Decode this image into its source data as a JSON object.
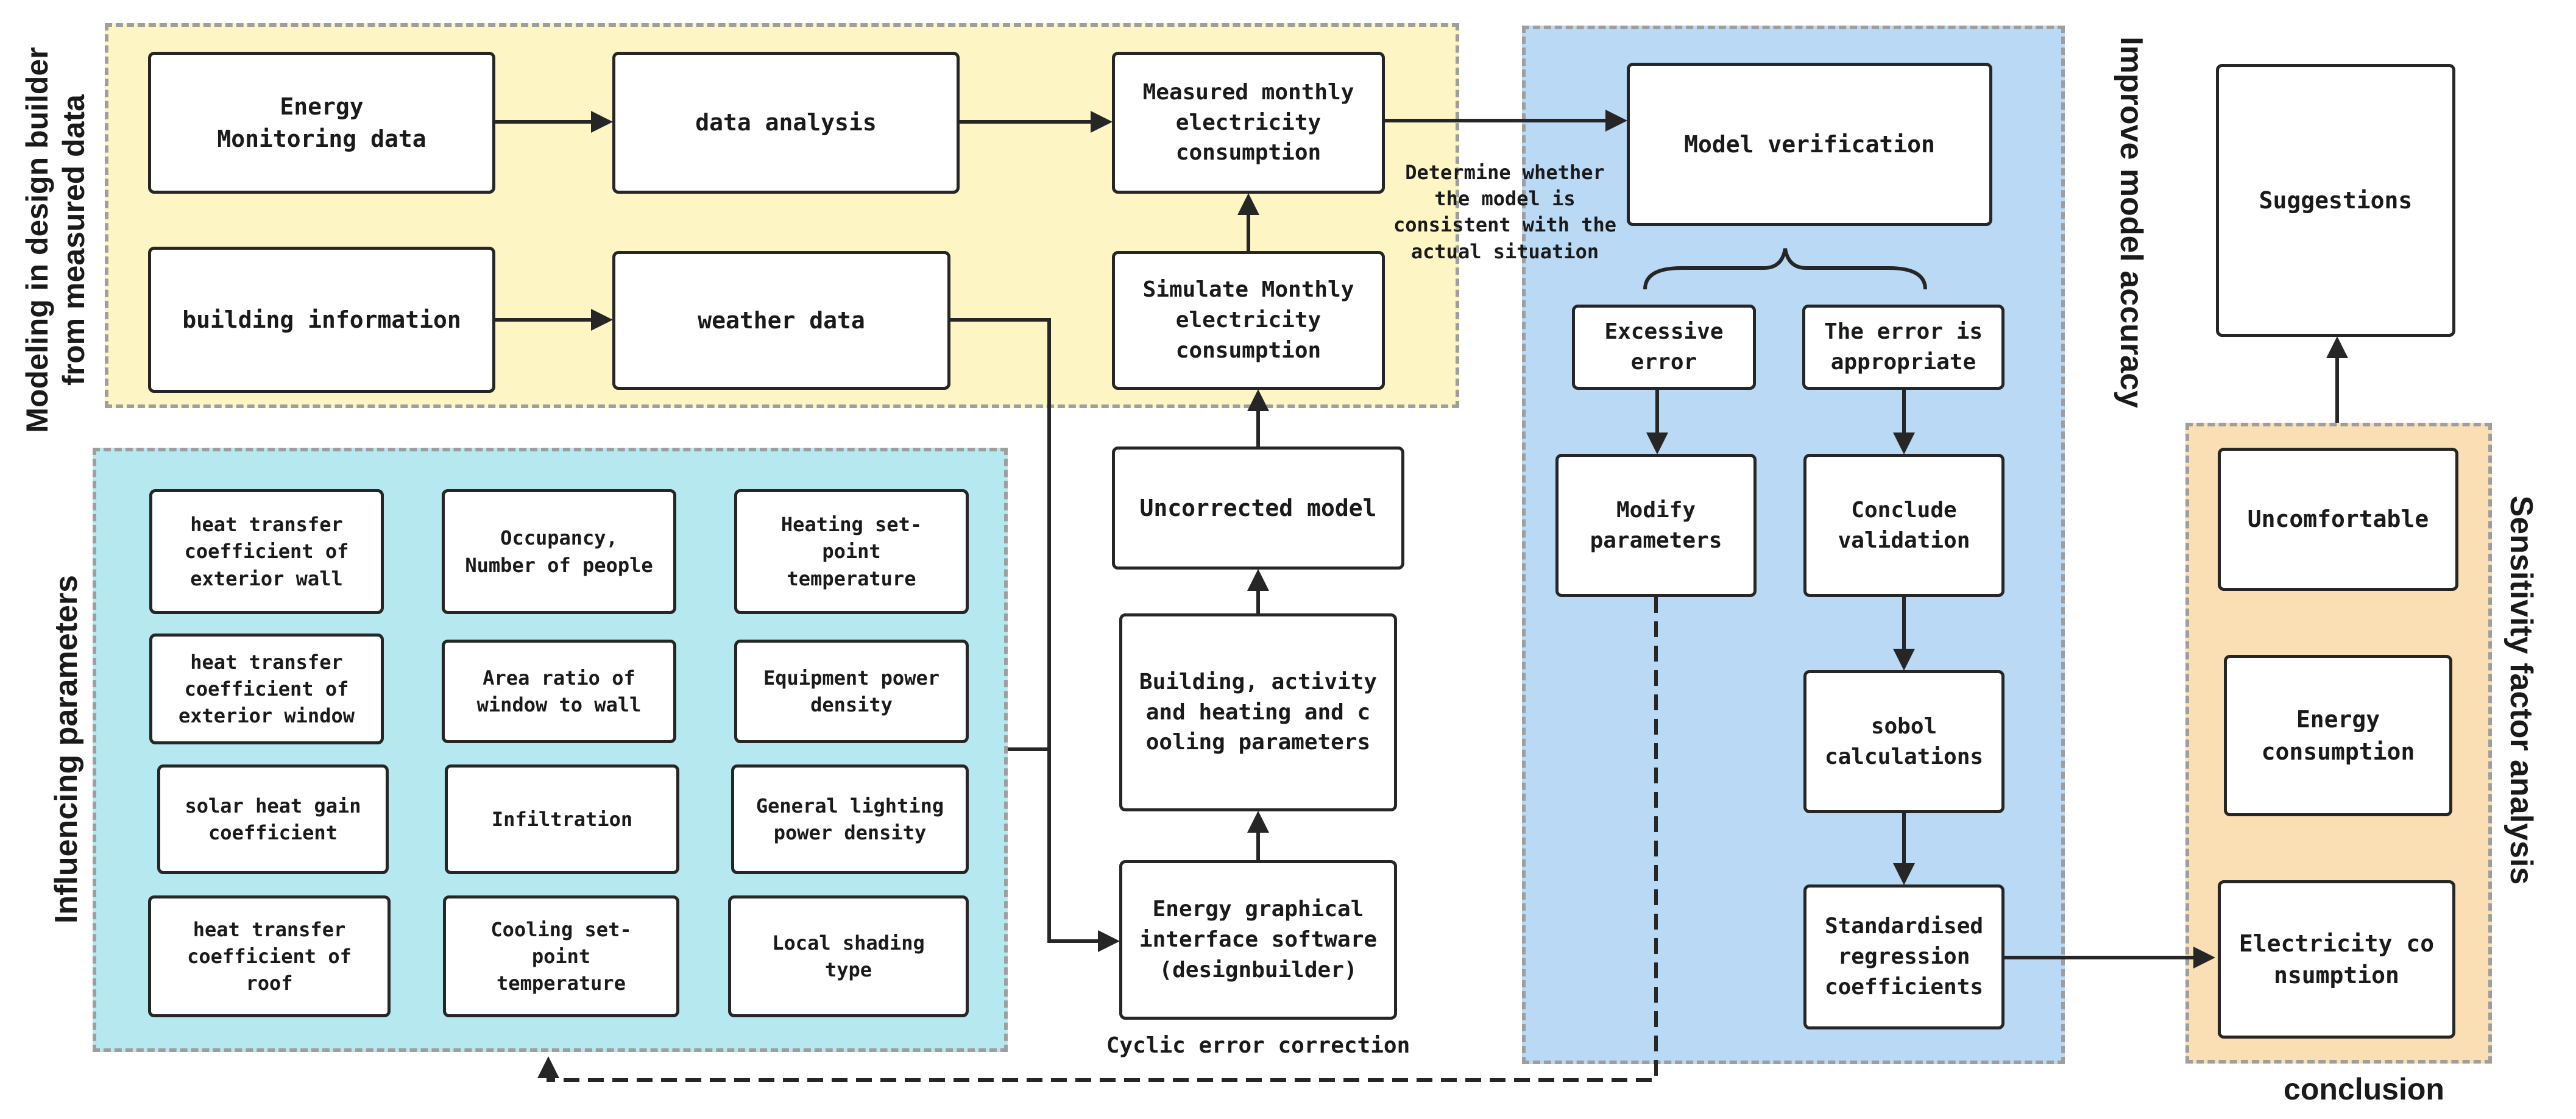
{
  "colors": {
    "yellow_region": "#fdf6c4",
    "blue_region": "#bad9f5",
    "cyan_region": "#b5e9ef",
    "orange_region": "#fbdfb4",
    "box_border": "#262626",
    "arrow": "#262626"
  },
  "regions": {
    "modeling_label": "Modeling in design builder\nfrom measured data",
    "influencing_label": "Influencing parameters",
    "improve_label": "Improve model accuracy",
    "sensitivity_label": "Sensitivity factor analysis",
    "conclusion_label": "conclusion"
  },
  "boxes": {
    "energy_monitoring": "Energy\nMonitoring data",
    "data_analysis": "data analysis",
    "measured_monthly": "Measured monthly\nelectricity\nconsumption",
    "building_info": "building information",
    "weather_data": "weather data",
    "simulate_monthly": "Simulate Monthly\nelectricity\nconsumption",
    "uncorrected_model": "Uncorrected model",
    "building_params": "Building, activity\nand heating and c\nooling parameters",
    "energy_software": "Energy graphical\ninterface software\n(designbuilder)",
    "model_verification": "Model verification",
    "excessive_error": "Excessive\nerror",
    "error_appropriate": "The error is\nappropriate",
    "modify_parameters": "Modify\nparameters",
    "conclude_validation": "Conclude\nvalidation",
    "sobol": "sobol\ncalculations",
    "standardised": "Standardised\nregression\ncoefficients",
    "suggestions": "Suggestions",
    "uncomfortable": "Uncomfortable",
    "energy_consumption": "Energy\nconsumption",
    "electricity_consumption": "Electricity co\nnsumption"
  },
  "parameters": [
    "heat transfer\ncoefficient of\nexterior wall",
    "Occupancy,\nNumber of people",
    "Heating set-\npoint\ntemperature",
    "heat transfer\ncoefficient of\nexterior window",
    "Area ratio of\nwindow to wall",
    "Equipment power\ndensity",
    "solar heat gain\ncoefficient",
    "Infiltration",
    "General lighting\npower density",
    "heat transfer\ncoefficient of\nroof",
    "Cooling set-\npoint\ntemperature",
    "Local shading\ntype"
  ],
  "annotations": {
    "determine": "Determine whether\nthe model is\nconsistent with the\nactual situation",
    "cyclic": "Cyclic error correction"
  }
}
